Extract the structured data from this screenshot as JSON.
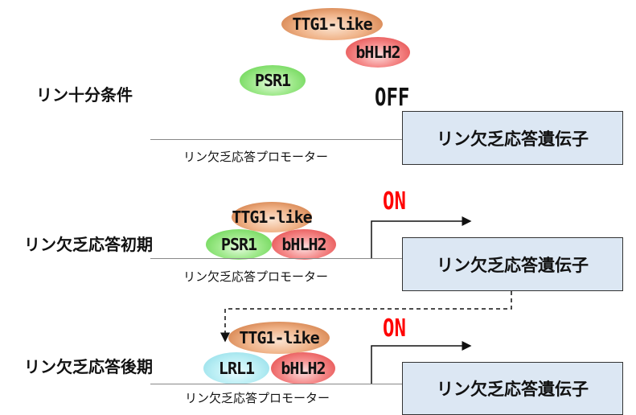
{
  "panels": [
    {
      "condition": "リン十分条件",
      "proteins": [
        "TTG1-like",
        "bHLH2",
        "PSR1"
      ],
      "state": "OFF",
      "promoter": "リン欠乏応答プロモーター",
      "gene": "リン欠乏応答遺伝子"
    },
    {
      "condition": "リン欠乏応答初期",
      "proteins": [
        "TTG1-like",
        "PSR1",
        "bHLH2"
      ],
      "state": "ON",
      "promoter": "リン欠乏応答プロモーター",
      "gene": "リン欠乏応答遺伝子"
    },
    {
      "condition": "リン欠乏応答後期",
      "proteins": [
        "TTG1-like",
        "LRL1",
        "bHLH2"
      ],
      "state": "ON",
      "promoter": "リン欠乏応答プロモーター",
      "gene": "リン欠乏応答遺伝子"
    }
  ],
  "colors": {
    "on": "#ff0000",
    "off": "#111111",
    "gene_box": "#dce7f3"
  }
}
